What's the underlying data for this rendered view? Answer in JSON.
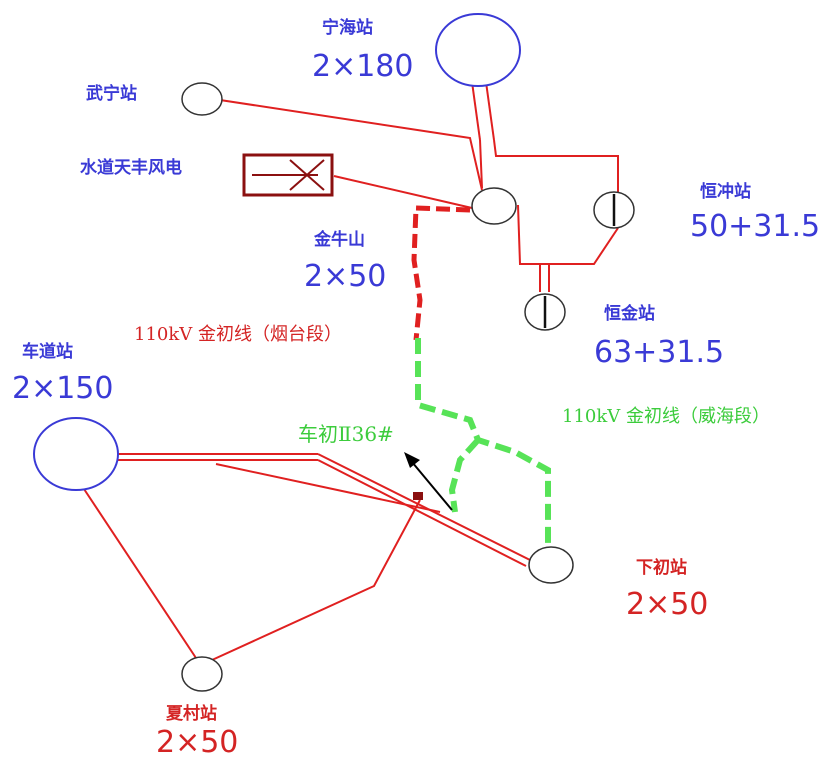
{
  "colors": {
    "blue_text": "#3a3ad6",
    "red_text": "#d42424",
    "red_line": "#e02020",
    "dark_red": "#8b1010",
    "green": "#57e357",
    "green_text": "#3ccc3c",
    "node_stroke": "#333333",
    "station_blue": "#3a3ad6",
    "arrow": "#000000"
  },
  "stations": {
    "ninghai": {
      "name": "宁海站",
      "capacity": "2×180"
    },
    "wuning": {
      "name": "武宁站"
    },
    "wind": {
      "name": "水道天丰风电"
    },
    "hengchong": {
      "name": "恒冲站",
      "capacity": "50+31.5"
    },
    "jinniushan": {
      "name": "金牛山",
      "capacity": "2×50"
    },
    "hengjin": {
      "name": "恒金站",
      "capacity": "63+31.5"
    },
    "chedao": {
      "name": "车道站",
      "capacity": "2×150"
    },
    "xiachu": {
      "name": "下初站",
      "capacity": "2×50"
    },
    "xiacun": {
      "name": "夏村站",
      "capacity": "2×50"
    }
  },
  "lines": {
    "yantai_segment": "110kV 金初线（烟台段）",
    "weihai_segment": "110kV 金初线（威海段）",
    "tower_label": "车初Ⅱ36#"
  }
}
